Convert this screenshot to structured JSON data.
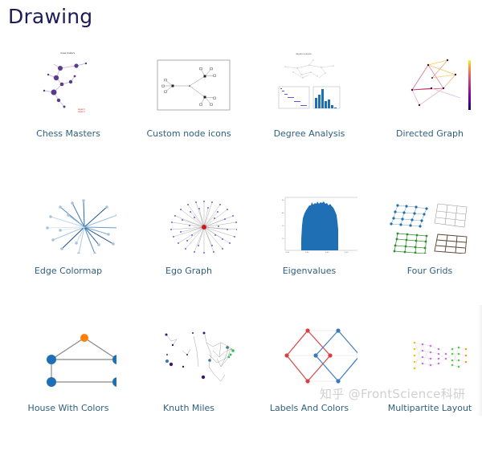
{
  "page": {
    "title": "Drawing",
    "colors": {
      "title": "#1c1c5a",
      "label": "#2e5f7e",
      "background": "#ffffff"
    }
  },
  "gallery": {
    "items": [
      {
        "label": "Chess Masters",
        "thumbnail": "chess-masters-graph"
      },
      {
        "label": "Custom node icons",
        "thumbnail": "custom-node-icons-graph"
      },
      {
        "label": "Degree Analysis",
        "thumbnail": "degree-analysis-plots"
      },
      {
        "label": "Directed Graph",
        "thumbnail": "directed-graph-colorbar"
      },
      {
        "label": "Edge Colormap",
        "thumbnail": "edge-colormap-star"
      },
      {
        "label": "Ego Graph",
        "thumbnail": "ego-graph-hub"
      },
      {
        "label": "Eigenvalues",
        "thumbnail": "eigenvalues-histogram"
      },
      {
        "label": "Four Grids",
        "thumbnail": "four-grids"
      },
      {
        "label": "House With Colors",
        "thumbnail": "house-graph"
      },
      {
        "label": "Knuth Miles",
        "thumbnail": "knuth-miles-map"
      },
      {
        "label": "Labels And Colors",
        "thumbnail": "labels-and-colors-cubes"
      },
      {
        "label": "Multipartite Layout",
        "thumbnail": "multipartite-layout"
      }
    ]
  },
  "watermark": {
    "text": "知乎 @FrontScience科研"
  }
}
